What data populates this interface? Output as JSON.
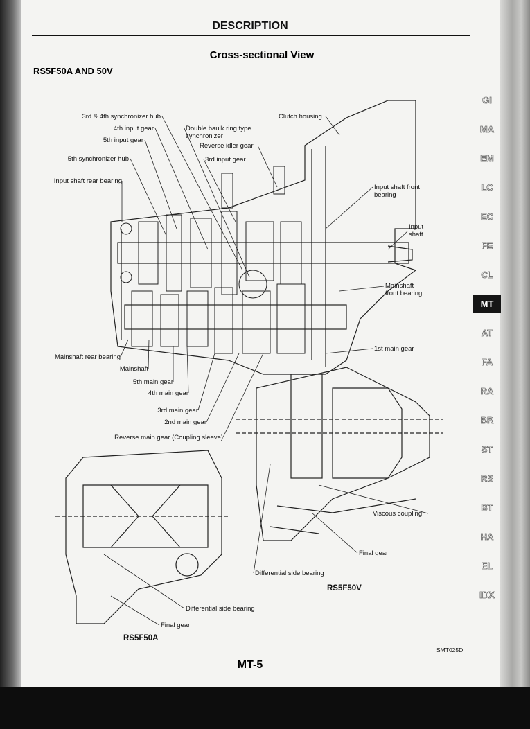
{
  "header": {
    "section": "DESCRIPTION",
    "title": "Cross-sectional View",
    "models": "RS5F50A AND 50V"
  },
  "labels": {
    "sync_34_hub": "3rd & 4th synchronizer hub",
    "input_4th": "4th input gear",
    "input_5th": "5th input gear",
    "double_baulk_1": "Double baulk ring type",
    "double_baulk_2": "synchronizer",
    "reverse_idler": "Reverse idler gear",
    "input_3rd": "3rd input gear",
    "sync_5_hub": "5th synchronizer hub",
    "input_rear_bearing": "Input shaft rear bearing",
    "clutch_housing": "Clutch housing",
    "input_front_bearing_1": "Input shaft front",
    "input_front_bearing_2": "bearing",
    "input_shaft_1": "Input",
    "input_shaft_2": "shaft",
    "main_front_bearing_1": "Mainshaft",
    "main_front_bearing_2": "front bearing",
    "main_1st": "1st main gear",
    "main_rear_bearing": "Mainshaft rear bearing",
    "mainshaft": "Mainshaft",
    "main_5th": "5th main gear",
    "main_4th": "4th main gear",
    "main_3rd": "3rd main gear",
    "main_2nd": "2nd main gear",
    "reverse_main": "Reverse main gear (Coupling sleeve)",
    "viscous": "Viscous coupling",
    "final_gear_v": "Final gear",
    "diff_bearing_v": "Differential side bearing",
    "model_v": "RS5F50V",
    "diff_bearing_a": "Differential side bearing",
    "final_gear_a": "Final gear",
    "model_a": "RS5F50A",
    "figure_code": "SMT025D"
  },
  "tabs": [
    {
      "label": "GI"
    },
    {
      "label": "MA"
    },
    {
      "label": "EM"
    },
    {
      "label": "LC"
    },
    {
      "label": "EC"
    },
    {
      "label": "FE"
    },
    {
      "label": "CL"
    },
    {
      "label": "MT",
      "active": true
    },
    {
      "label": "AT"
    },
    {
      "label": "FA"
    },
    {
      "label": "RA"
    },
    {
      "label": "BR"
    },
    {
      "label": "ST"
    },
    {
      "label": "RS"
    },
    {
      "label": "BT"
    },
    {
      "label": "HA"
    },
    {
      "label": "EL"
    },
    {
      "label": "IDX"
    }
  ],
  "footer": {
    "page": "MT-5"
  }
}
